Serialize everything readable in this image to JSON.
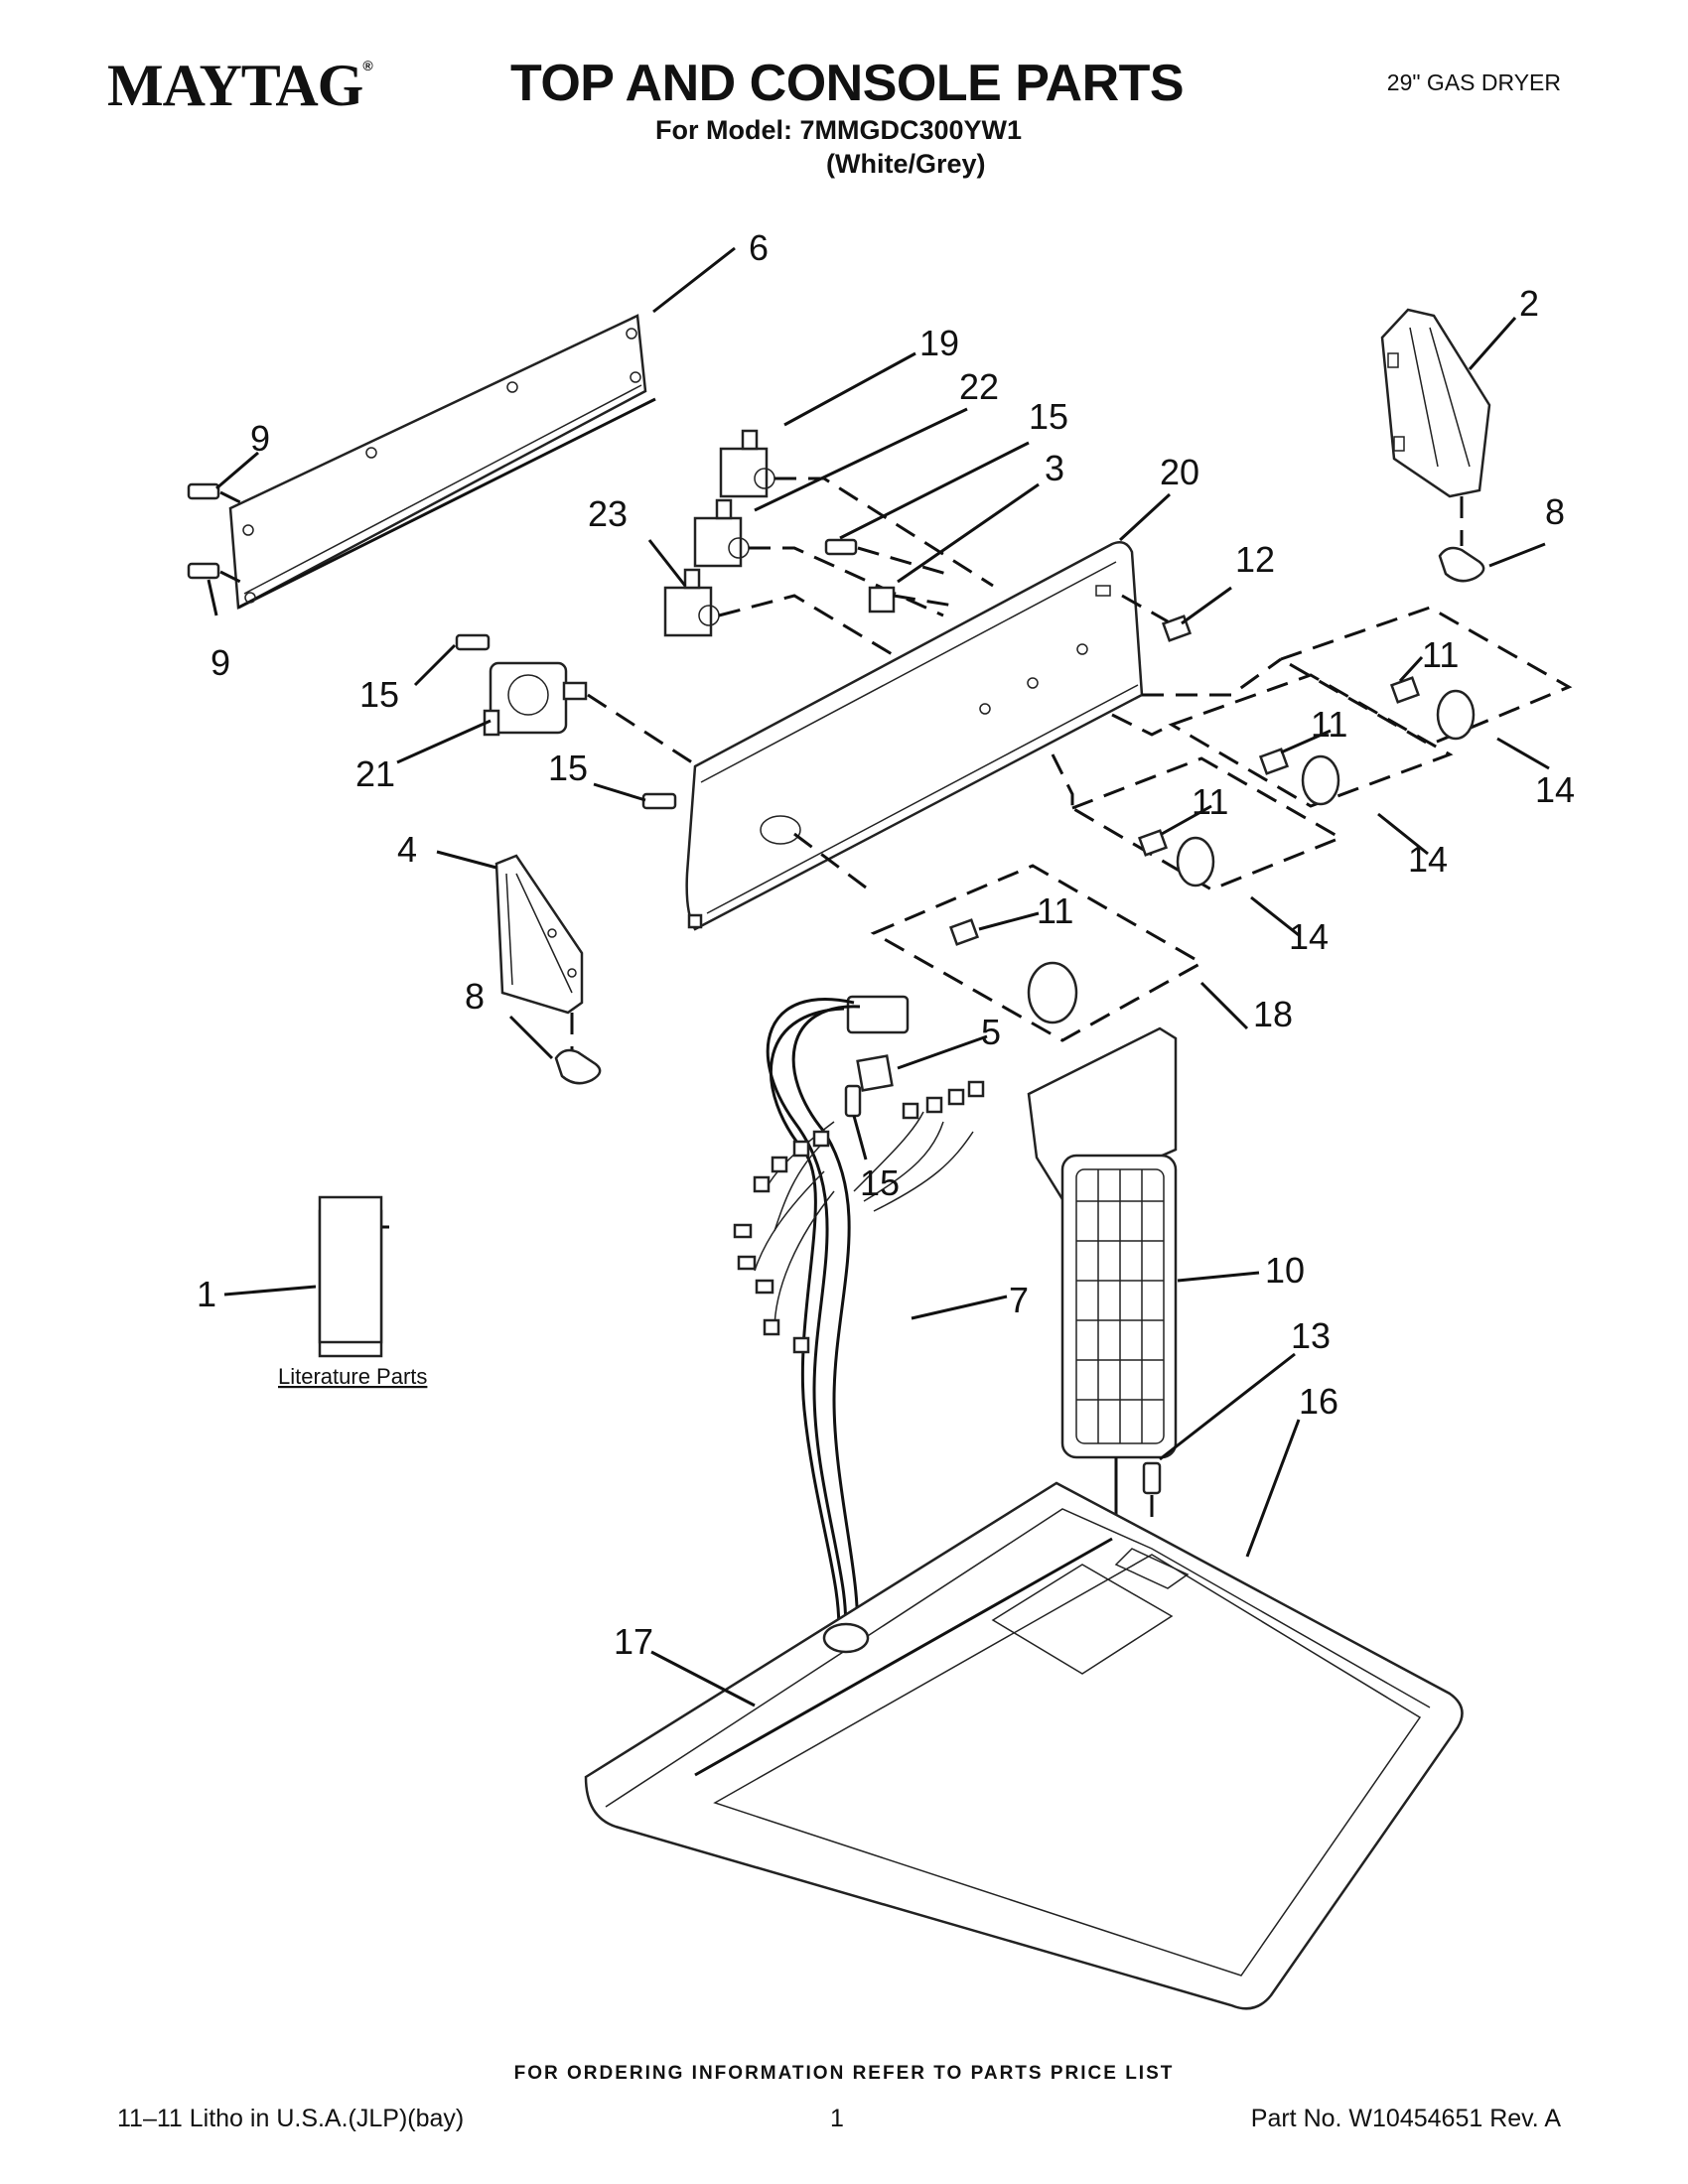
{
  "header": {
    "brand": "MAYTAG",
    "brand_mark": "®",
    "title": "TOP AND CONSOLE PARTS",
    "model_line": "For Model: 7MMGDC300YW1",
    "color_line": "(White/Grey)",
    "product": "29\" GAS DRYER"
  },
  "callouts": {
    "c1": "1",
    "c2": "2",
    "c3": "3",
    "c4": "4",
    "c5": "5",
    "c6": "6",
    "c7": "7",
    "c8a": "8",
    "c8b": "8",
    "c9a": "9",
    "c9b": "9",
    "c10": "10",
    "c11a": "11",
    "c11b": "11",
    "c11c": "11",
    "c11d": "11",
    "c12": "12",
    "c13": "13",
    "c14a": "14",
    "c14b": "14",
    "c14c": "14",
    "c15a": "15",
    "c15b": "15",
    "c15c": "15",
    "c15d": "15",
    "c16": "16",
    "c17": "17",
    "c18": "18",
    "c19": "19",
    "c20": "20",
    "c21": "21",
    "c22": "22",
    "c23": "23"
  },
  "literature_label": "Literature Parts",
  "footer": {
    "ordering": "FOR ORDERING INFORMATION REFER TO PARTS PRICE LIST",
    "litho": "11–11 Litho in U.S.A.(JLP)(bay)",
    "page": "1",
    "part_no": "Part No. W10454651 Rev. A"
  }
}
